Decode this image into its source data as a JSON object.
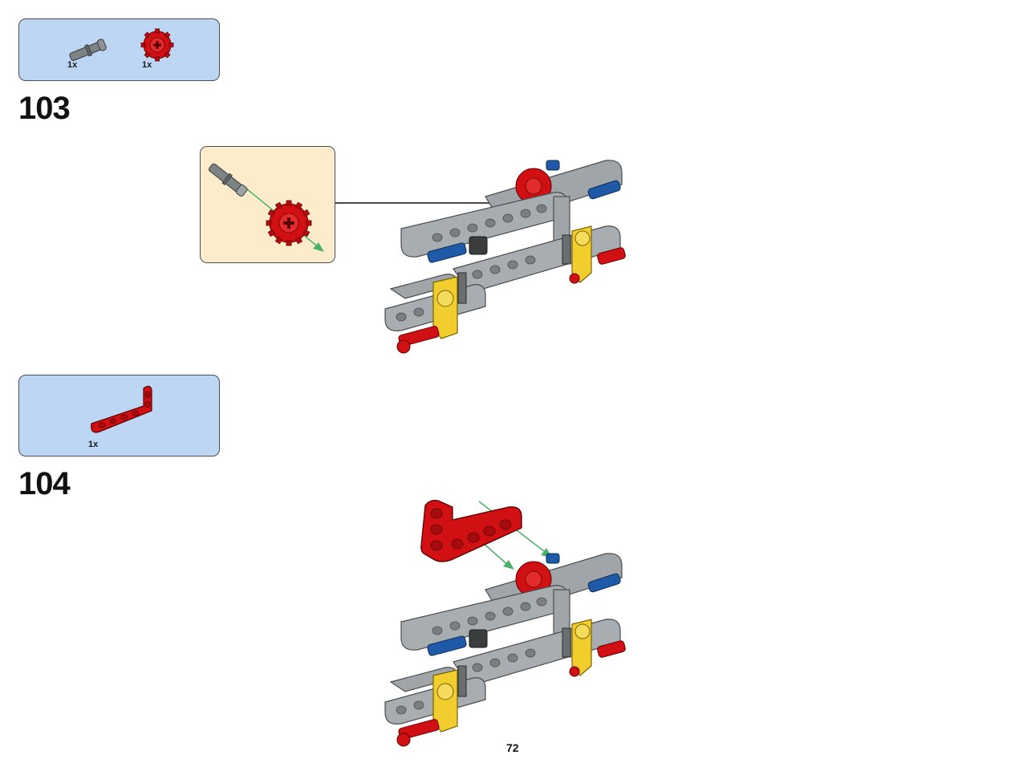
{
  "colors": {
    "parts_list_bg": "#bcd6f3",
    "callout_bg": "#fdeccb",
    "brick_red": "#d01012",
    "brick_gray": "#a0a5a9",
    "brick_dark_gray": "#6b6e70",
    "brick_blue": "#1e5aa8",
    "brick_yellow": "#f2cd2e",
    "arrow_green": "#4caf6a"
  },
  "steps": [
    {
      "number": "103",
      "parts": [
        {
          "icon": "gray-axle-pin-icon",
          "qty": "1x"
        },
        {
          "icon": "red-gear-icon",
          "qty": "1x"
        }
      ],
      "callout_icons": [
        "gray-axle-pin-icon",
        "red-gear-icon"
      ]
    },
    {
      "number": "104",
      "parts": [
        {
          "icon": "red-l-beam-icon",
          "qty": "1x"
        }
      ]
    }
  ],
  "page_number": "72"
}
